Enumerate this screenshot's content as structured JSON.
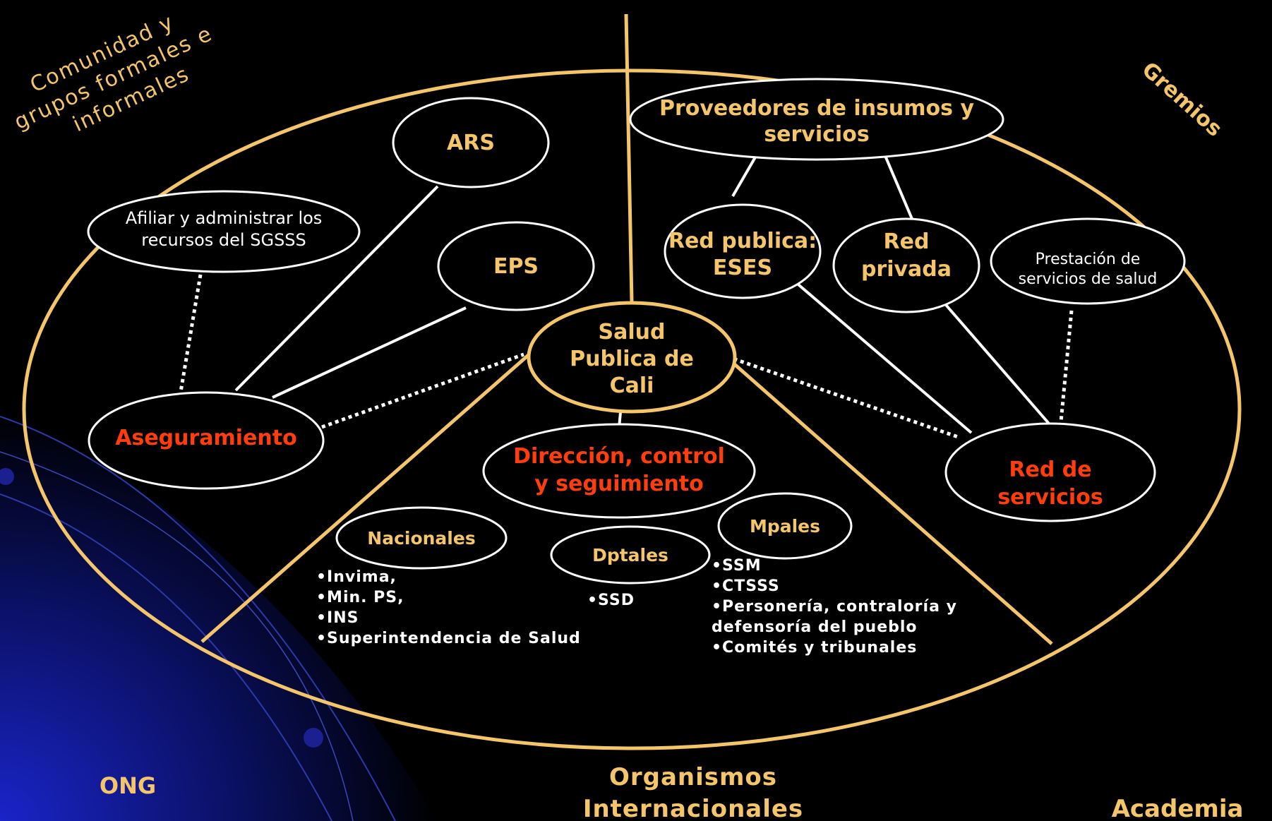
{
  "colors": {
    "background": "#000000",
    "ring": "#F4C56A",
    "white": "#FFFFFF",
    "highlight": "#FF3D0D",
    "accent_blue": "#1A24C8"
  },
  "outer_labels": {
    "comunidad": [
      "Comunidad y",
      "grupos formales e",
      "informales"
    ],
    "gremios": "Gremios",
    "ong": "ONG",
    "organismos": [
      "Organismos",
      "Internacionales"
    ],
    "academia": "Academia"
  },
  "nodes": {
    "ars": "ARS",
    "eps": "EPS",
    "afiliar": [
      "Afiliar y administrar los",
      "recursos del SGSSS"
    ],
    "aseguramiento": "Aseguramiento",
    "proveedores": [
      "Proveedores de insumos y",
      "servicios"
    ],
    "red_publica": [
      "Red publica:",
      "ESES"
    ],
    "red_privada": [
      "Red",
      "privada"
    ],
    "prestacion": [
      "Prestación de",
      "servicios de salud"
    ],
    "red_servicios": [
      "Red de",
      "servicios"
    ],
    "salud_publica": [
      "Salud",
      "Publica de",
      "Cali"
    ],
    "direccion": [
      "Dirección, control",
      "y seguimiento"
    ],
    "nacionales": "Nacionales",
    "dptales": "Dptales",
    "mpales": "Mpales"
  },
  "lists": {
    "nacionales": [
      "•Invima,",
      "•Min. PS,",
      "•INS",
      "•Superintendencia de Salud"
    ],
    "dptales": [
      "•SSD"
    ],
    "mpales": [
      "•SSM",
      "•CTSSS",
      "•Personería, contraloría y",
      "defensoría del pueblo",
      "•Comités y tribunales"
    ]
  }
}
